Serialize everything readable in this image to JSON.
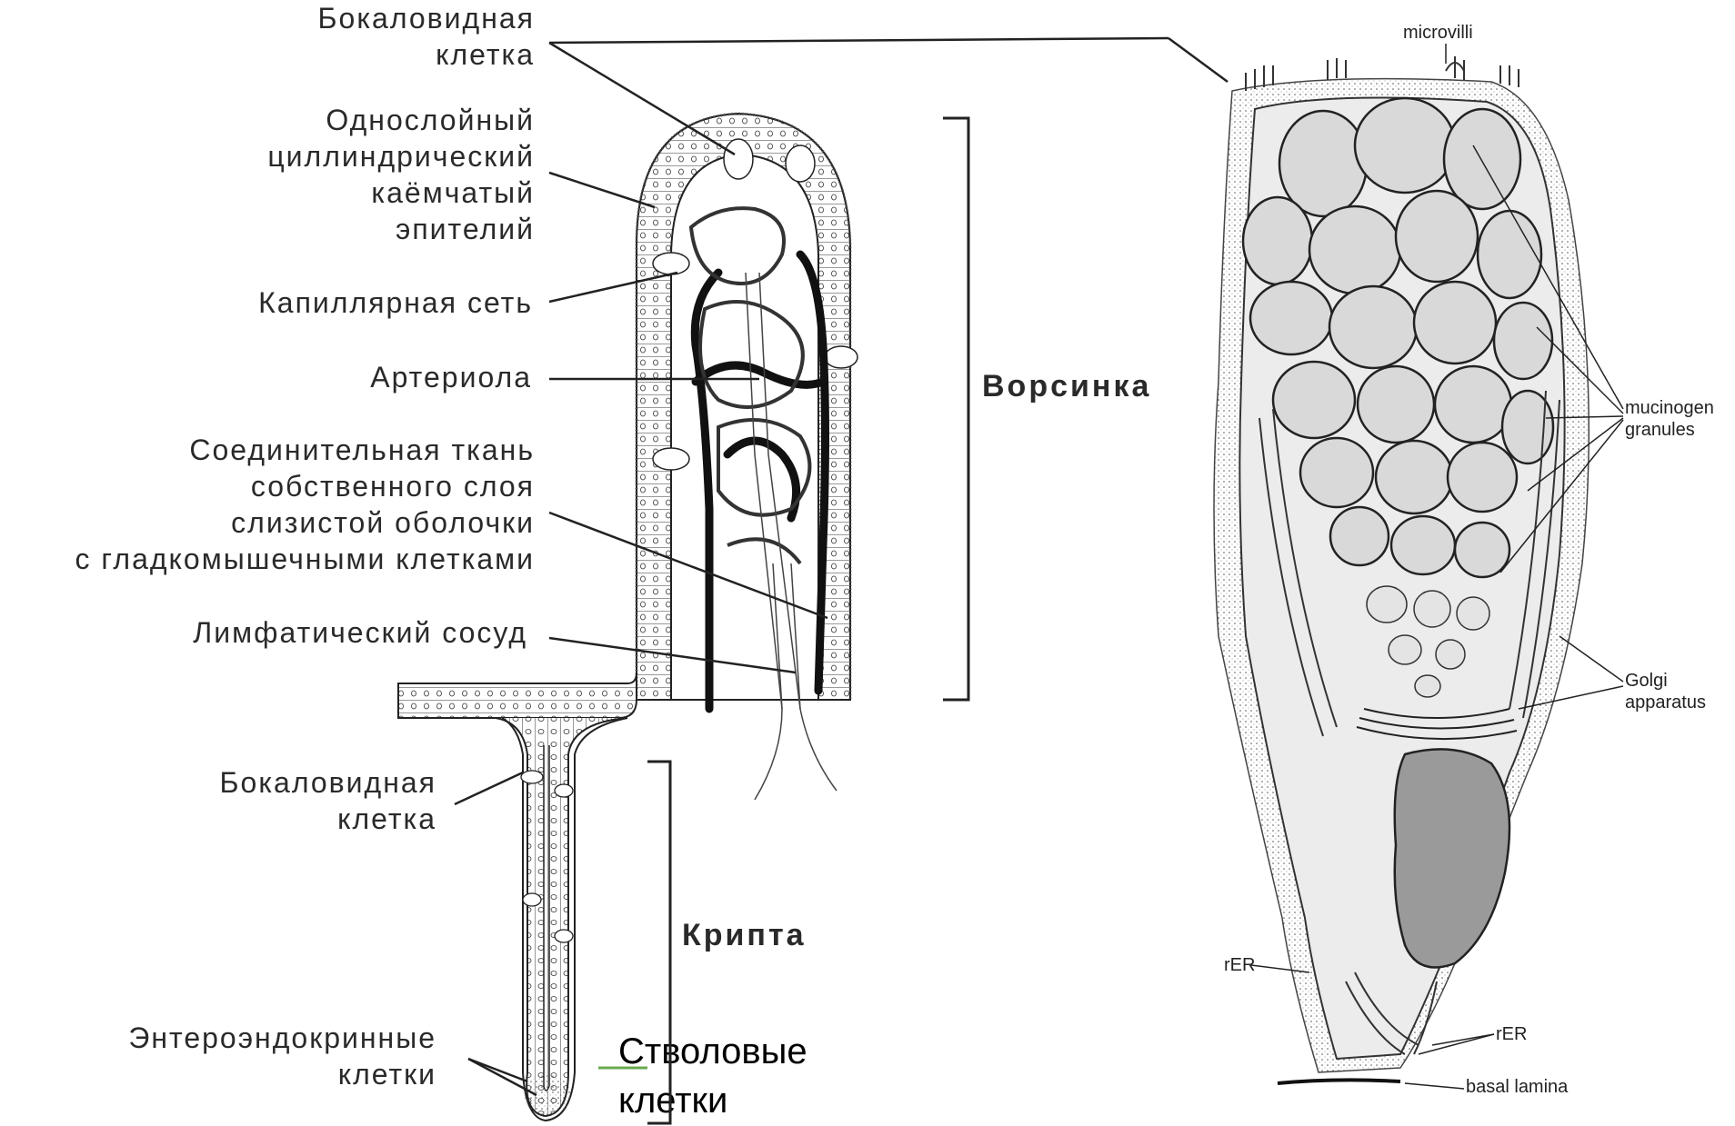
{
  "labels_left": {
    "goblet_top": [
      "Бокаловидная",
      "клетка"
    ],
    "epithelium": [
      "Однослойный",
      "циллиндрический",
      "каёмчатый",
      "эпителий"
    ],
    "capillary": "Капиллярная сеть",
    "arteriole": "Артериола",
    "connective": [
      "Соединительная ткань",
      "собственного слоя",
      "слизистой оболочки",
      "с  гладкомышечными клетками"
    ],
    "lymph": "Лимфатический сосуд",
    "goblet_crypt": [
      "Бокаловидная",
      "клетка"
    ],
    "enteroendocrine": [
      "Энтероэндокринные",
      "клетки"
    ],
    "stem": [
      "Стволовые",
      "клетки"
    ]
  },
  "brackets": {
    "villus": "Ворсинка",
    "crypt": "Крипта"
  },
  "labels_right": {
    "microvilli": "microvilli",
    "mucinogen": [
      "mucinogen",
      "granules"
    ],
    "golgi": [
      "Golgi",
      "apparatus"
    ],
    "rer_left": "rER",
    "rer_right": "rER",
    "basal": "basal lamina"
  },
  "colors": {
    "text": "#2a2a2a",
    "leader": "#222222",
    "stem_line": "#6aa84f",
    "granule_fill": "#d9d9d9",
    "nucleus_fill": "#9a9a9a"
  }
}
